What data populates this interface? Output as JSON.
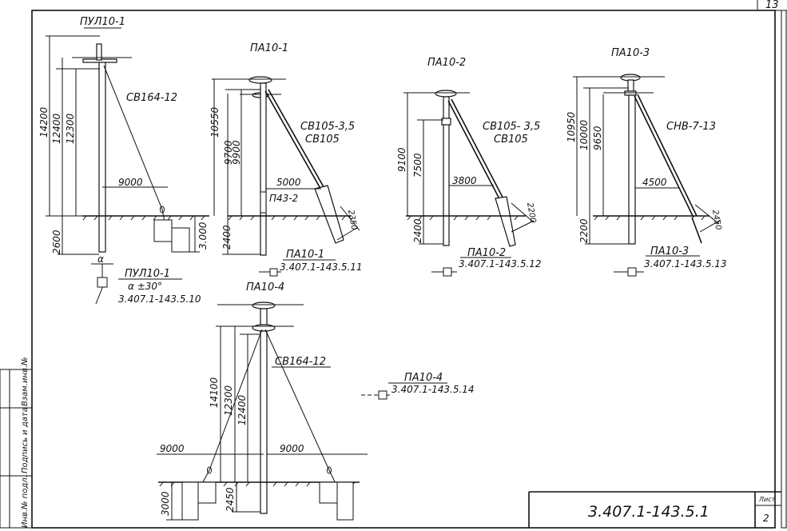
{
  "sheet": {
    "corner_number": "13",
    "code": "3.407.1-143.5.1",
    "list_label": "Лист",
    "list_number": "2",
    "side_stamp": [
      "Инв.№ подл.",
      "Подпись и дата",
      "Взам.инв.№"
    ]
  },
  "pul10_1": {
    "title": "ПУЛ10-1",
    "dims": [
      "14200",
      "12400",
      "12300",
      "2600"
    ],
    "wire": "СВ164-12",
    "span": "9000",
    "pit_depth": "3.000",
    "alpha": "α",
    "ref_title": "ПУЛ10-1",
    "ref_angle": "α ±30°",
    "ref_code": "3.407.1-143.5.10"
  },
  "pa10_1": {
    "title": "ПА10-1",
    "dims": [
      "10550",
      "9700",
      "9900",
      "2400"
    ],
    "strut": [
      "СВ105-3,5",
      "СВ105"
    ],
    "span": "5000",
    "plate": "П43-2",
    "depth": "2350",
    "ref_title": "ПА10-1",
    "ref_code": "3.407.1-143.5.11"
  },
  "pa10_2": {
    "title": "ПА10-2",
    "dims": [
      "9100",
      "7500",
      "2400"
    ],
    "strut": [
      "СВ105- 3,5",
      "СВ105"
    ],
    "span": "3800",
    "depth": "2200",
    "ref_title": "ПА10-2",
    "ref_code": "3.407.1-143.5.12"
  },
  "pa10_3": {
    "title": "ПА10-3",
    "dims": [
      "10950",
      "10000",
      "9650",
      "2200"
    ],
    "strut": "СНВ-7-13",
    "span": "4500",
    "depth": "2450",
    "ref_title": "ПА10-3",
    "ref_code": "3.407.1-143.5.13"
  },
  "pa10_4": {
    "title": "ПА10-4",
    "dims": [
      "14100",
      "12300",
      "12400",
      "3000",
      "2450"
    ],
    "wire": "СВ164-12",
    "span_left": "9000",
    "span_right": "9000",
    "ref_title": "ПА10-4",
    "ref_code": "3.407.1-143.5.14"
  }
}
